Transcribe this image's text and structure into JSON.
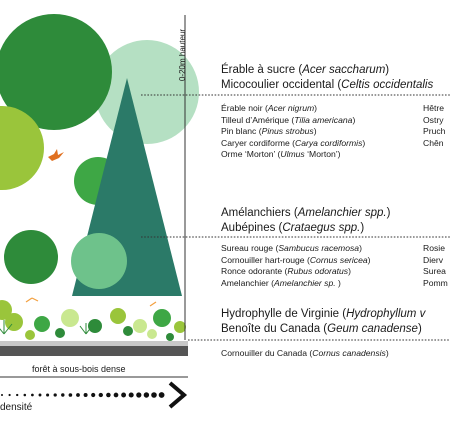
{
  "height_axis_label": "0-20m hauteur",
  "canopy": {
    "headline": [
      {
        "common": "Érable à sucre (",
        "latin": "Acer saccharum",
        "end": ")"
      },
      {
        "common": "Micocoulier occidental (",
        "latin": "Celtis occidentalis",
        "end": ""
      }
    ],
    "species_left": [
      {
        "common": "Érable noir (",
        "latin": "Acer nigrum",
        "end": ")"
      },
      {
        "common": "Tilleul d’Amérique (",
        "latin": "Tilia americana",
        "end": ")"
      },
      {
        "common": "Pin blanc (",
        "latin": "Pinus strobus",
        "end": ")"
      },
      {
        "common": "Caryer cordiforme (",
        "latin": "Carya cordiformis",
        "end": ")"
      },
      {
        "common": "Orme ‘Morton’ (",
        "latin": "Ulmus",
        "end": " ‘Morton’)"
      }
    ],
    "species_right": [
      "Hêtre",
      "Ostry",
      "Pruch",
      "Chên"
    ]
  },
  "understory": {
    "headline": [
      {
        "common": "Amélanchiers (",
        "latin": "Amelanchier spp.",
        "end": ")"
      },
      {
        "common": "Aubépines (",
        "latin": "Crataegus spp.",
        "end": ")"
      }
    ],
    "species_left": [
      {
        "common": "Sureau rouge (",
        "latin": "Sambucus racemosa",
        "end": ")"
      },
      {
        "common": "Cornouiller hart-rouge (",
        "latin": "Cornus sericea",
        "end": ")"
      },
      {
        "common": "Ronce odorante (",
        "latin": "Rubus odoratus",
        "end": ")"
      },
      {
        "common": "Amelanchier (",
        "latin": "Amelanchier sp. ",
        "end": ")"
      }
    ],
    "species_right": [
      "Rosie",
      "Dierv",
      "Surea",
      "Pomm"
    ]
  },
  "groundcover": {
    "headline": [
      {
        "common": "Hydrophylle de Virginie (",
        "latin": "Hydrophyllum v",
        "end": ""
      },
      {
        "common": "Benoîte du Canada (",
        "latin": "Geum canadense",
        "end": ")"
      }
    ],
    "species_left": [
      {
        "common": "Cornouiller du Canada (",
        "latin": "Cornus canadensis",
        "end": ")"
      }
    ]
  },
  "forest_label": "forêt à sous-bois dense",
  "density_label": "densité",
  "colors": {
    "dark_green": "#2e8b3a",
    "mid_green": "#3ea745",
    "light_green_bubble": "#b5e0c3",
    "lime": "#9ac53b",
    "pale_mint": "#6ec28b",
    "conifer": "#2b7a68",
    "bird": "#e07020",
    "ground_dark": "#555555",
    "ground_light": "#c8c8c8"
  }
}
